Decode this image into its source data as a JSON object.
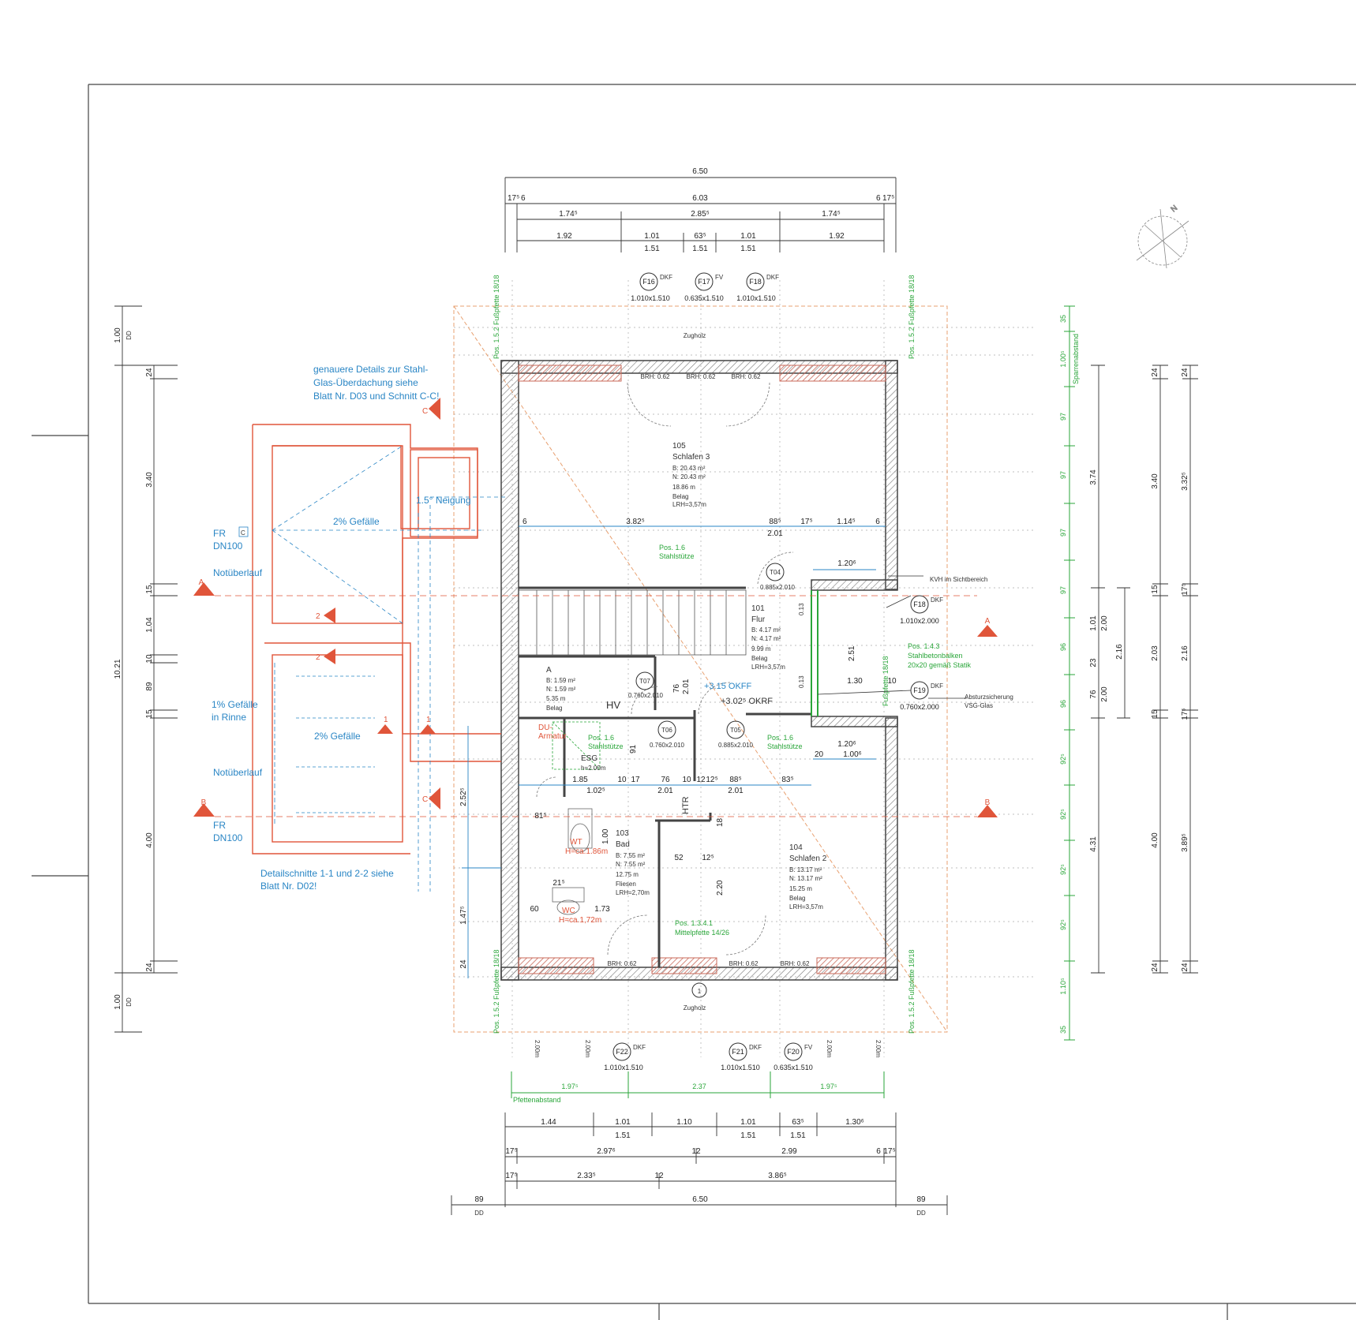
{
  "dims_top": {
    "overall": "6.50",
    "inner": "6.03",
    "left_edge": "17⁵",
    "left_small": "6",
    "right_edge": "6",
    "right_small": "17⁵",
    "row3": [
      "1.74⁵",
      "2.85⁵",
      "1.74⁵"
    ],
    "row4": [
      "1.92",
      "1.01",
      "63⁵",
      "1.01",
      "1.92"
    ],
    "row4_sub": [
      "1.51",
      "1.51",
      "1.51"
    ]
  },
  "dims_bottom": {
    "row1": [
      "1.44",
      "1.01",
      "1.10",
      "1.01",
      "63⁵",
      "1.30⁶"
    ],
    "row1_sub": [
      "1.51",
      "1.51",
      "1.51"
    ],
    "row2": [
      "17⁵",
      "2.97⁶",
      "12",
      "2.99",
      "6",
      "17⁵"
    ],
    "row3": [
      "17⁵",
      "2.33⁵",
      "12",
      "3.86⁵"
    ],
    "overall": "6.50",
    "overhang_left": "89",
    "overhang_right": "89",
    "dd": "DD",
    "pfetten": [
      "1.97⁵",
      "2.37",
      "1.97⁵"
    ],
    "pfetten_label": "Pfettenabstand"
  },
  "dims_left": {
    "outer": [
      "1.00",
      "DD",
      "10.21",
      "1.00",
      "DD"
    ],
    "parts": [
      "24",
      "3.40",
      "15",
      "1.04",
      "10",
      "89",
      "15",
      "4.00",
      "24"
    ],
    "inner": [
      "2.52⁵",
      "1.47⁵",
      "24"
    ]
  },
  "dims_right": {
    "green": [
      "35",
      "1.00⁵",
      "97",
      "97",
      "97",
      "97",
      "96",
      "96",
      "92⁵",
      "92⁵",
      "92⁵",
      "92⁵",
      "1.10⁵",
      "35"
    ],
    "sparren_label": "Sparrenabstand",
    "col1": [
      "3.74",
      "1.01",
      "2.00",
      "2.16",
      "23",
      "76",
      "2.00",
      "4.31"
    ],
    "col2": [
      "24",
      "3.40",
      "15",
      "2.03",
      "15",
      "4.00",
      "24"
    ],
    "col3": [
      "24",
      "3.32⁵",
      "17⁵",
      "2.16",
      "17⁵",
      "3.89⁵",
      "24"
    ]
  },
  "windows_top": [
    {
      "id": "F16",
      "kind": "DKF",
      "size": "1.010x1.510"
    },
    {
      "id": "F17",
      "kind": "FV",
      "size": "0.635x1.510"
    },
    {
      "id": "F18",
      "kind": "DKF",
      "size": "1.010x1.510"
    }
  ],
  "windows_bottom": [
    {
      "id": "F22",
      "kind": "DKF",
      "size": "1.010x1.510"
    },
    {
      "id": "F21",
      "kind": "DKF",
      "size": "1.010x1.510"
    },
    {
      "id": "F20",
      "kind": "FV",
      "size": "0.635x1.510"
    }
  ],
  "windows_right": [
    {
      "id": "F18",
      "kind": "DKF",
      "size": "1.010x2.000"
    },
    {
      "id": "F19",
      "kind": "DKF",
      "size": "0.760x2.000"
    }
  ],
  "brh": "BRH: 0.62",
  "rooms": [
    {
      "num": "105",
      "name": "Schlafen 3",
      "b": "B:  20.43  m²",
      "n": "N:  20.43  m²",
      "u": "18.86  m",
      "belag": "Belag",
      "lrh": "LRH=3,57m"
    },
    {
      "num": "101",
      "name": "Flur",
      "b": "B:  4.17  m²",
      "n": "N:  4.17  m²",
      "u": "9.99  m",
      "belag": "Belag",
      "lrh": "LRH=3,57m"
    },
    {
      "num": "A",
      "name": "",
      "b": "B:  1.59  m²",
      "n": "N:  1.59  m²",
      "u": "5.35  m",
      "belag": "Belag",
      "lrh": ""
    },
    {
      "num": "103",
      "name": "Bad",
      "b": "B:  7.55  m²",
      "n": "N:  7.55  m²",
      "u": "12.75  m",
      "belag": "Fliesen",
      "lrh": "LRH=2,70m"
    },
    {
      "num": "104",
      "name": "Schlafen 2",
      "b": "B:  13.17  m²",
      "n": "N:  13.17  m²",
      "u": "15.25  m",
      "belag": "Belag",
      "lrh": "LRH=3,57m"
    }
  ],
  "doors": [
    {
      "id": "T04",
      "size": "0.885x2.010"
    },
    {
      "id": "T07",
      "size": "0.760x2.010"
    },
    {
      "id": "T06",
      "size": "0.760x2.010"
    },
    {
      "id": "T05",
      "size": "0.885x2.010"
    }
  ],
  "levels": {
    "okff1": "+3.15  OKFF",
    "okff2": "+3.02⁵ OKRF",
    "hv": "HV",
    "htr": "HTR"
  },
  "inner_dims": {
    "row_a": [
      "6",
      "3.82⁵",
      "88⁵",
      "2.01",
      "17⁵",
      "1.14⁵",
      "6"
    ],
    "row_b": [
      "1.85",
      "1.02⁵",
      "10",
      "17",
      "76",
      "2.01",
      "10",
      "12",
      "12⁵",
      "88⁵",
      "2.01",
      "83⁵"
    ],
    "misc": [
      "1.20⁶",
      "1.20⁶",
      "1.00⁶",
      "20",
      "1.30",
      "10",
      "2.51",
      "2.01",
      "76",
      "91",
      "81⁵",
      "1.00",
      "21⁵",
      "60",
      "1.73",
      "52",
      "12⁵",
      "2.20",
      "18",
      "0.13",
      "0.13"
    ]
  },
  "green_notes": {
    "pos16a": "Pos. 1.6",
    "stahlstuetze": "Stahlstütze",
    "pos16b": "Pos. 1.6",
    "pos16c": "Pos. 1.6",
    "pos143": "Pos. 1.4.3",
    "stahlbeton1": "Stahlbetonbalken",
    "stahlbeton2": "20x20 gemäß Statik",
    "pos1341": "Pos. 1.3.4.1",
    "mittelpfette": "Mittelpfette 14/26",
    "fusspfette": "Pos. 1.5.2  Fußpfette 18/18",
    "fusspfette_side": "Fußpfette 18/18"
  },
  "black_notes": {
    "zugholz_top": "Zugholz",
    "zugholz_bottom": "Zugholz",
    "kvh": "KVH im Sichtbereich",
    "absturz1": "Absturzsicherung",
    "absturz2": "VSG-Glas",
    "esg1": "ESG",
    "esg2": "h=2.00m",
    "dd": "DD",
    "one": "1",
    "rot": "2.00m"
  },
  "blue_notes": {
    "details1": "genauere Details zur Stahl-",
    "details2": "Glas-Überdachung siehe",
    "details3": "Blatt Nr. D03 und Schnitt C-C!",
    "gefaelle2a": "2% Gefälle",
    "neigung": "1.5° Neigung",
    "fr1a": "FR",
    "fr1b": "DN100",
    "notueberlauf1": "Notüberlauf",
    "gefaelle1a": "1% Gefälle",
    "gefaelle1b": "in Rinne",
    "gefaelle2b": "2% Gefälle",
    "notueberlauf2": "Notüberlauf",
    "fr2a": "FR",
    "fr2b": "DN100",
    "detail2_1": "Detailschnitte 1-1 und 2-2 siehe",
    "detail2_2": "Blatt Nr. D02!",
    "c": "C"
  },
  "red_notes": {
    "a": "A",
    "b": "B",
    "c": "C",
    "n1": "1",
    "n2": "2",
    "wt": "WT",
    "wt_h": "H=ca.1.86m",
    "wc": "WC",
    "wc_h": "H=ca.1,72m",
    "du1": "DU-",
    "du2": "Armatur"
  },
  "colors": {
    "wall": "#555555",
    "hatch": "#c9695a",
    "blue": "#2a86c5",
    "green": "#2aa63a",
    "red": "#e0553a",
    "orange": "#e8a070"
  }
}
